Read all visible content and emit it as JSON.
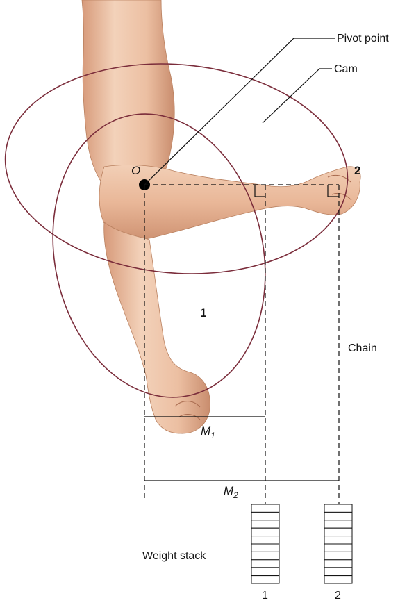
{
  "labels": {
    "pivot_point": "Pivot point",
    "cam": "Cam",
    "origin": "O",
    "position_1": "1",
    "position_2": "2",
    "chain": "Chain",
    "moment_arm_1": "M",
    "moment_arm_1_sub": "1",
    "moment_arm_2": "M",
    "moment_arm_2_sub": "2",
    "weight_stack": "Weight stack",
    "stack_1": "1",
    "stack_2": "2"
  },
  "colors": {
    "skin_light": "#f2cfb6",
    "skin_mid": "#e7b696",
    "skin_dark": "#c98d6e",
    "cam_outline": "#7b2d3b",
    "lines": "#111111"
  },
  "weight_stack_plates": 10
}
